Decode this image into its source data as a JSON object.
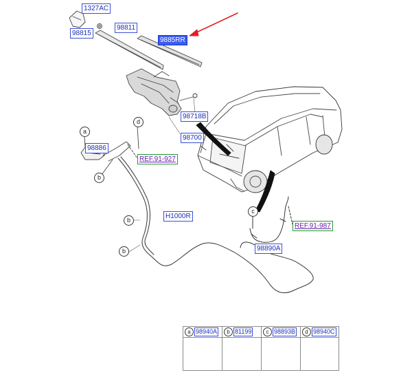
{
  "parts": {
    "p1327ac": "1327AC",
    "p98815": "98815",
    "p98811": "98811",
    "p9885rr": "9885RR",
    "p98718b": "98718B",
    "p98700": "98700",
    "p98886": "98886",
    "ref_91927": "REF.91-927",
    "h1000r": "H1000R",
    "ref_91987": "REF.91-987",
    "p98890a": "98890A"
  },
  "callouts": {
    "a": "a",
    "b": "b",
    "c": "c",
    "d": "d"
  },
  "legend": [
    {
      "letter": "a",
      "part": "98940A"
    },
    {
      "letter": "b",
      "part": "81199"
    },
    {
      "letter": "c",
      "part": "98893B"
    },
    {
      "letter": "d",
      "part": "98940C"
    }
  ],
  "colors": {
    "label_border": "#3b4fd6",
    "label_text": "#1a2fb5",
    "highlight_fill": "#3b5cf0",
    "ref_border": "#1f9a2a",
    "ref_text": "#6a1fb0",
    "arrow": "#e31e24"
  }
}
